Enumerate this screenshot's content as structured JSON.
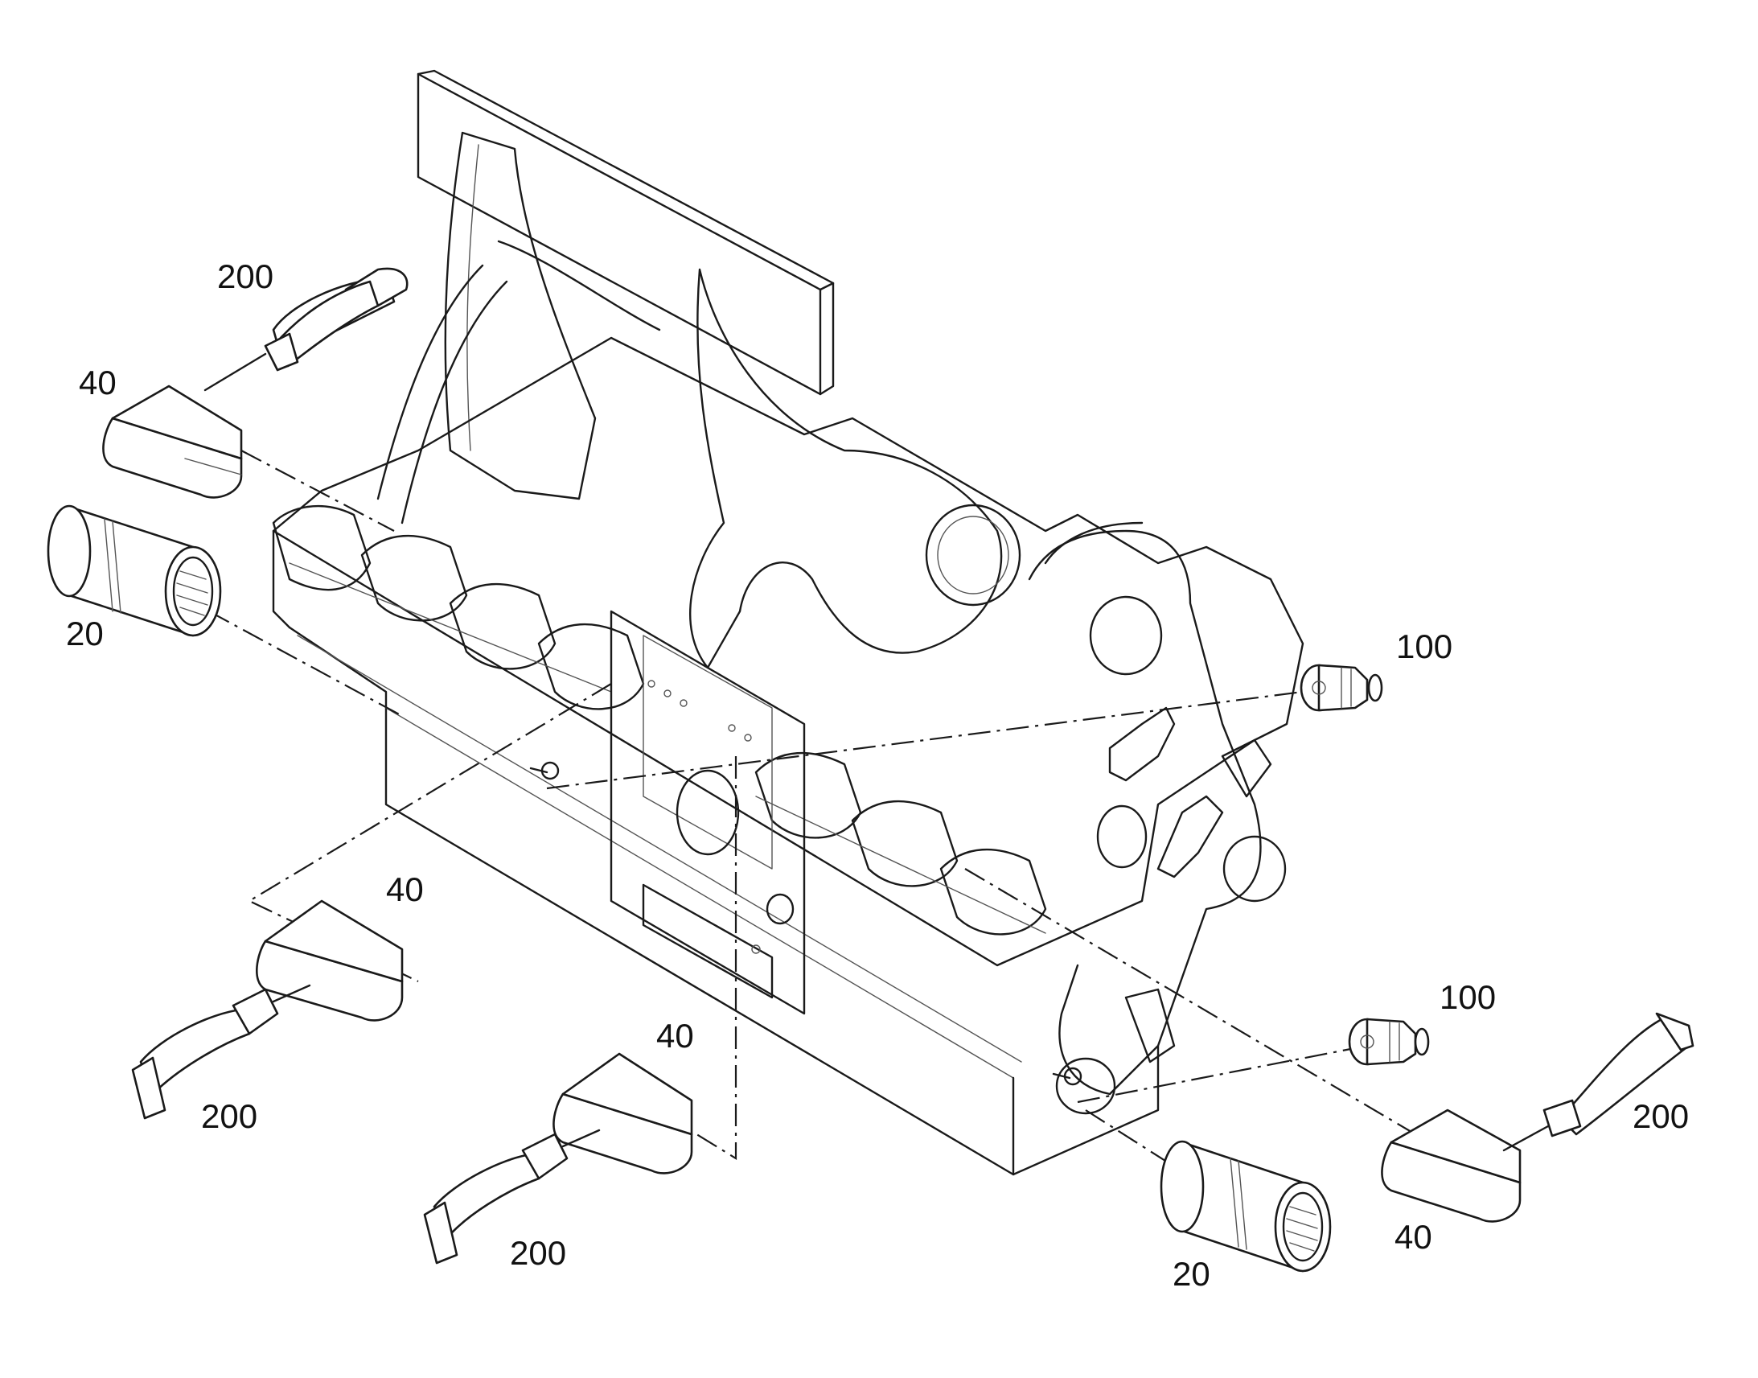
{
  "labels": {
    "l200_top_left": "200",
    "l40_top_left": "40",
    "l20_left": "20",
    "l100_upper": "100",
    "l40_middle_left": "40",
    "l200_middle_left": "200",
    "l40_center": "40",
    "l200_center": "200",
    "l100_lower": "100",
    "l200_right": "200",
    "l40_right": "40",
    "l20_right": "20"
  }
}
